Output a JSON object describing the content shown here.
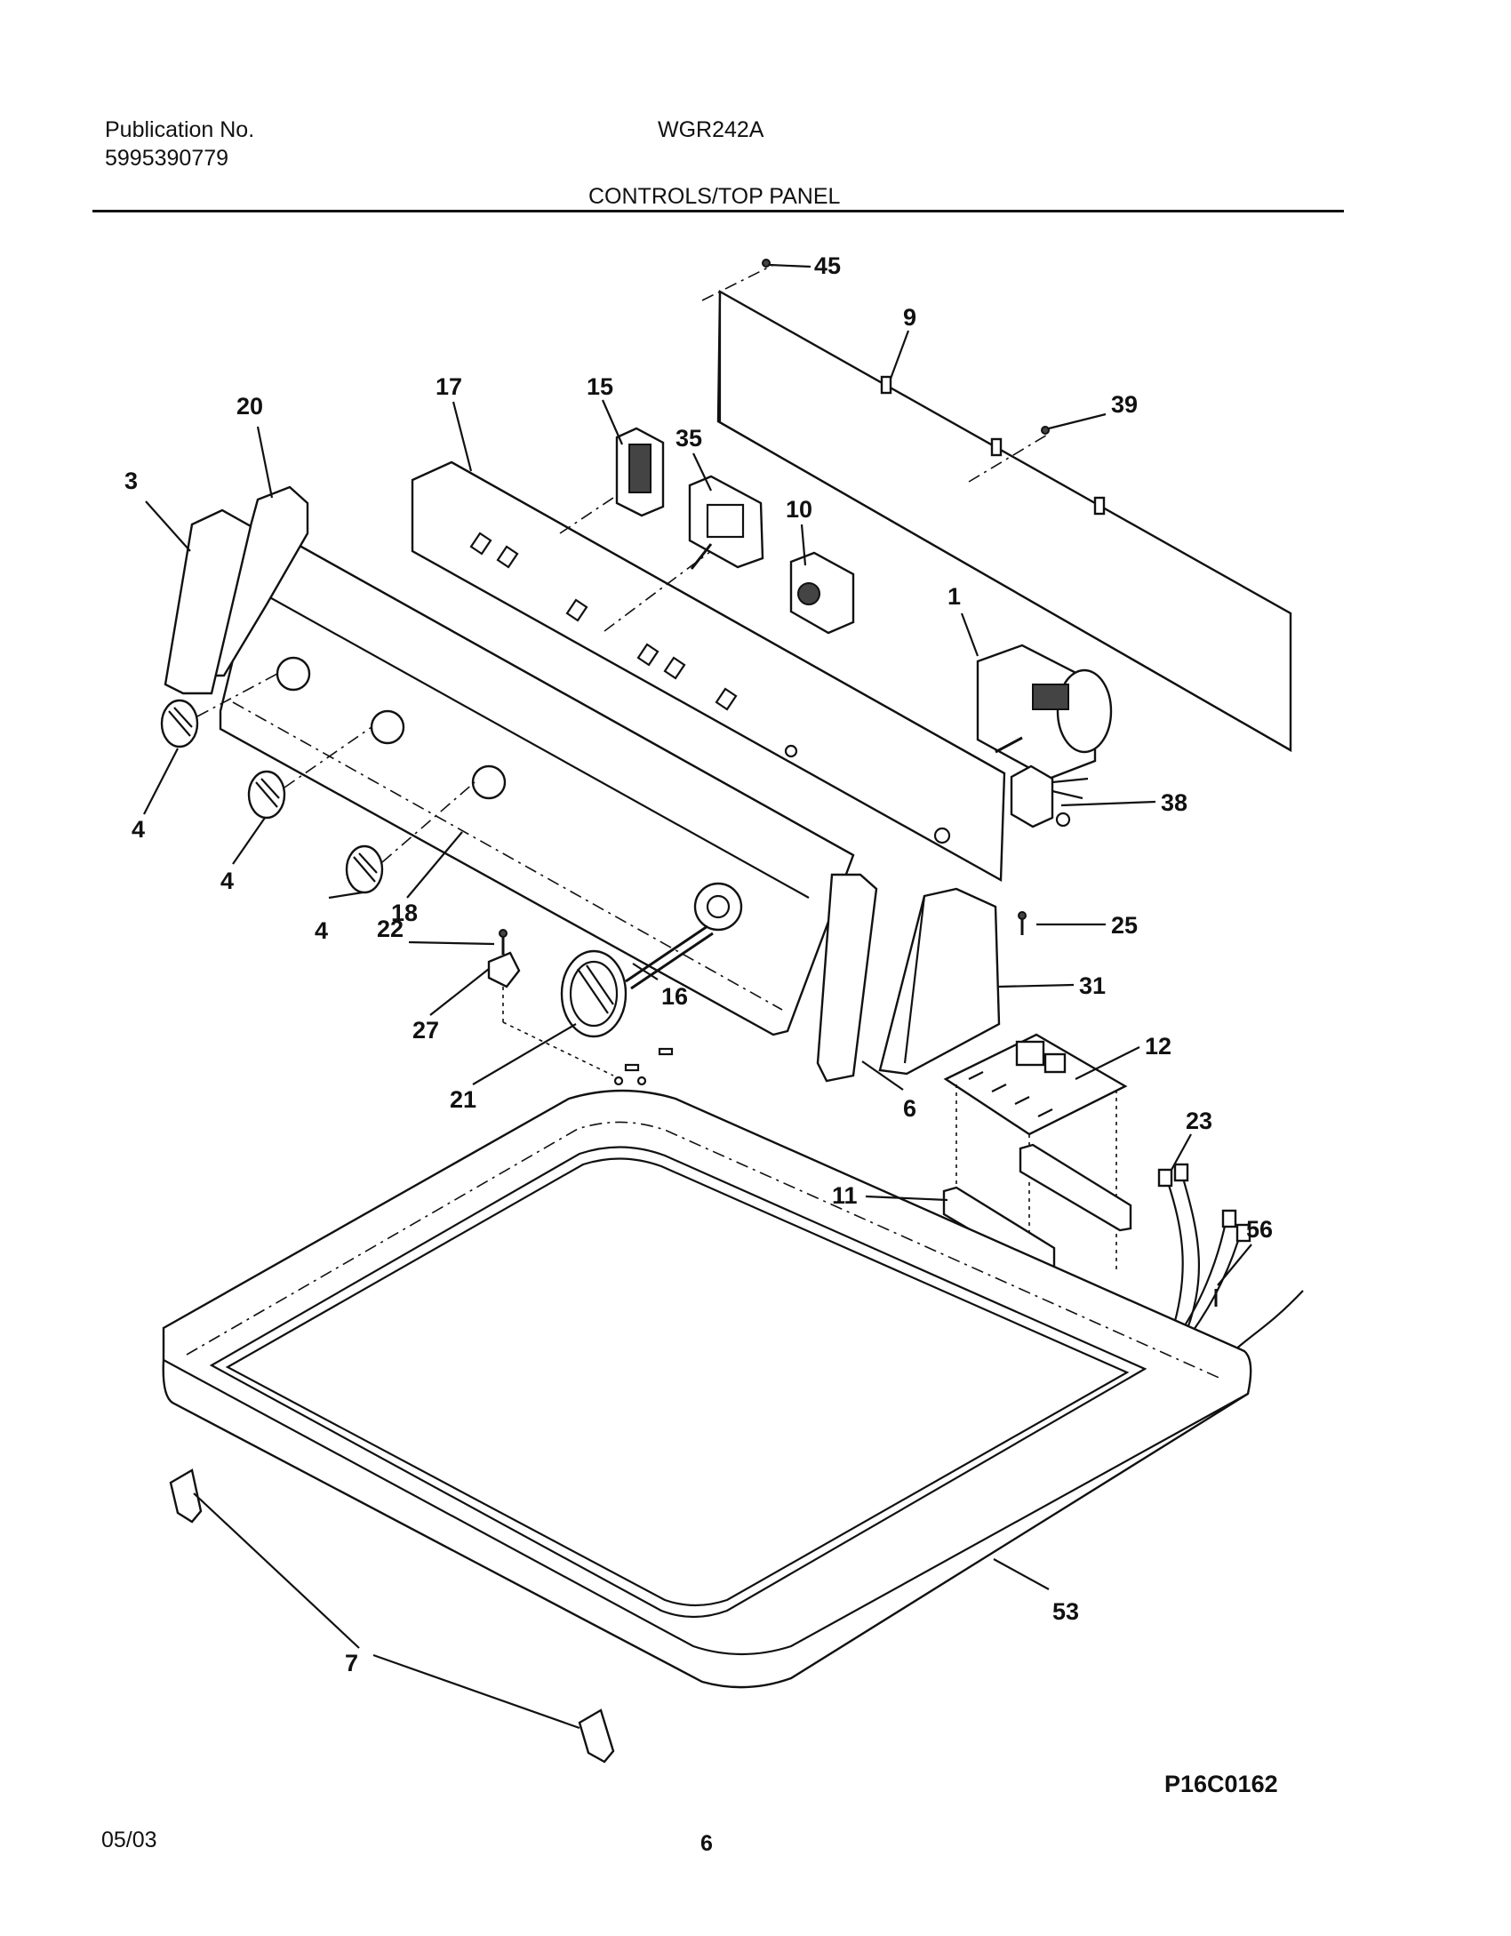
{
  "header": {
    "publication_label": "Publication No.",
    "publication_number": "5995390779",
    "model": "WGR242A",
    "section_title": "CONTROLS/TOP PANEL"
  },
  "diagram": {
    "callouts": [
      "45",
      "9",
      "39",
      "20",
      "17",
      "15",
      "35",
      "10",
      "3",
      "1",
      "38",
      "4",
      "4",
      "4",
      "18",
      "25",
      "22",
      "31",
      "16",
      "27",
      "12",
      "21",
      "6",
      "23",
      "11",
      "56",
      "53",
      "7"
    ],
    "drawing_code": "P16C0162"
  },
  "footer": {
    "date": "05/03",
    "page": "6"
  }
}
